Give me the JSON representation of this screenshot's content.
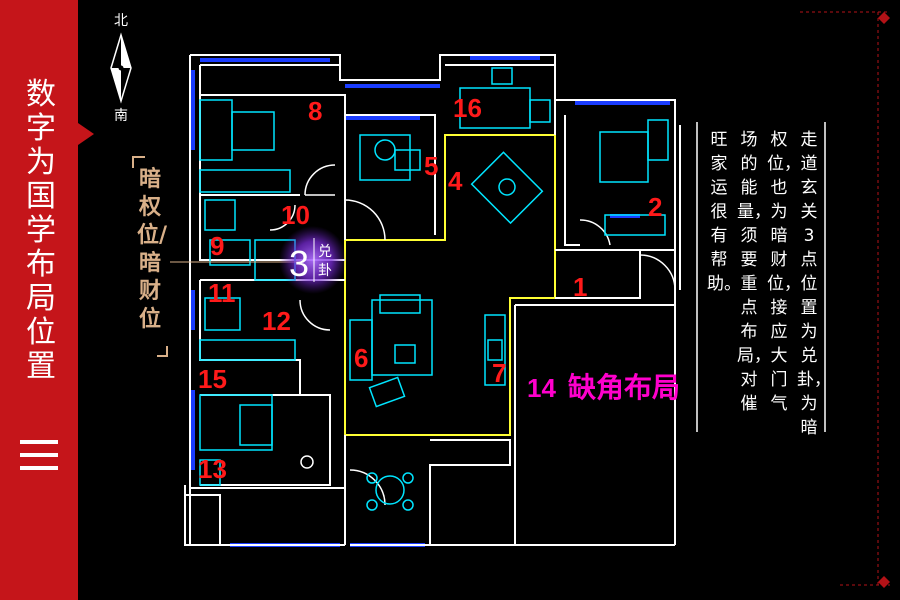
{
  "sidebar": {
    "title": "数字为国学布局位置三"
  },
  "compass": {
    "north": "北",
    "south": "南"
  },
  "dark_position_label": "暗权位/暗财位",
  "marker": {
    "number": "3",
    "trigram": "兑卦"
  },
  "room_numbers": [
    "1",
    "2",
    "4",
    "5",
    "6",
    "7",
    "8",
    "9",
    "10",
    "11",
    "12",
    "13",
    "15",
    "16"
  ],
  "missing_corner": {
    "number": "14",
    "text": "缺角布局"
  },
  "description": {
    "col1": "走道玄关3点位置为兑卦，为暗",
    "col2": "权位，也为暗财位，接应大门气",
    "col3": "场的能量，须要重点布局，对催",
    "col4": "旺家运很有帮助。"
  },
  "colors": {
    "sidebar": "#c5151a",
    "wall": "#ffffff",
    "window": "#1a3cff",
    "furniture": "#00e5ff",
    "yellow_zone": "#ffff33",
    "room_number": "#ff1a1a",
    "missing_corner": "#ff00cc",
    "marker_glow": "#8a3cff",
    "dark_label": "#d9b089"
  }
}
